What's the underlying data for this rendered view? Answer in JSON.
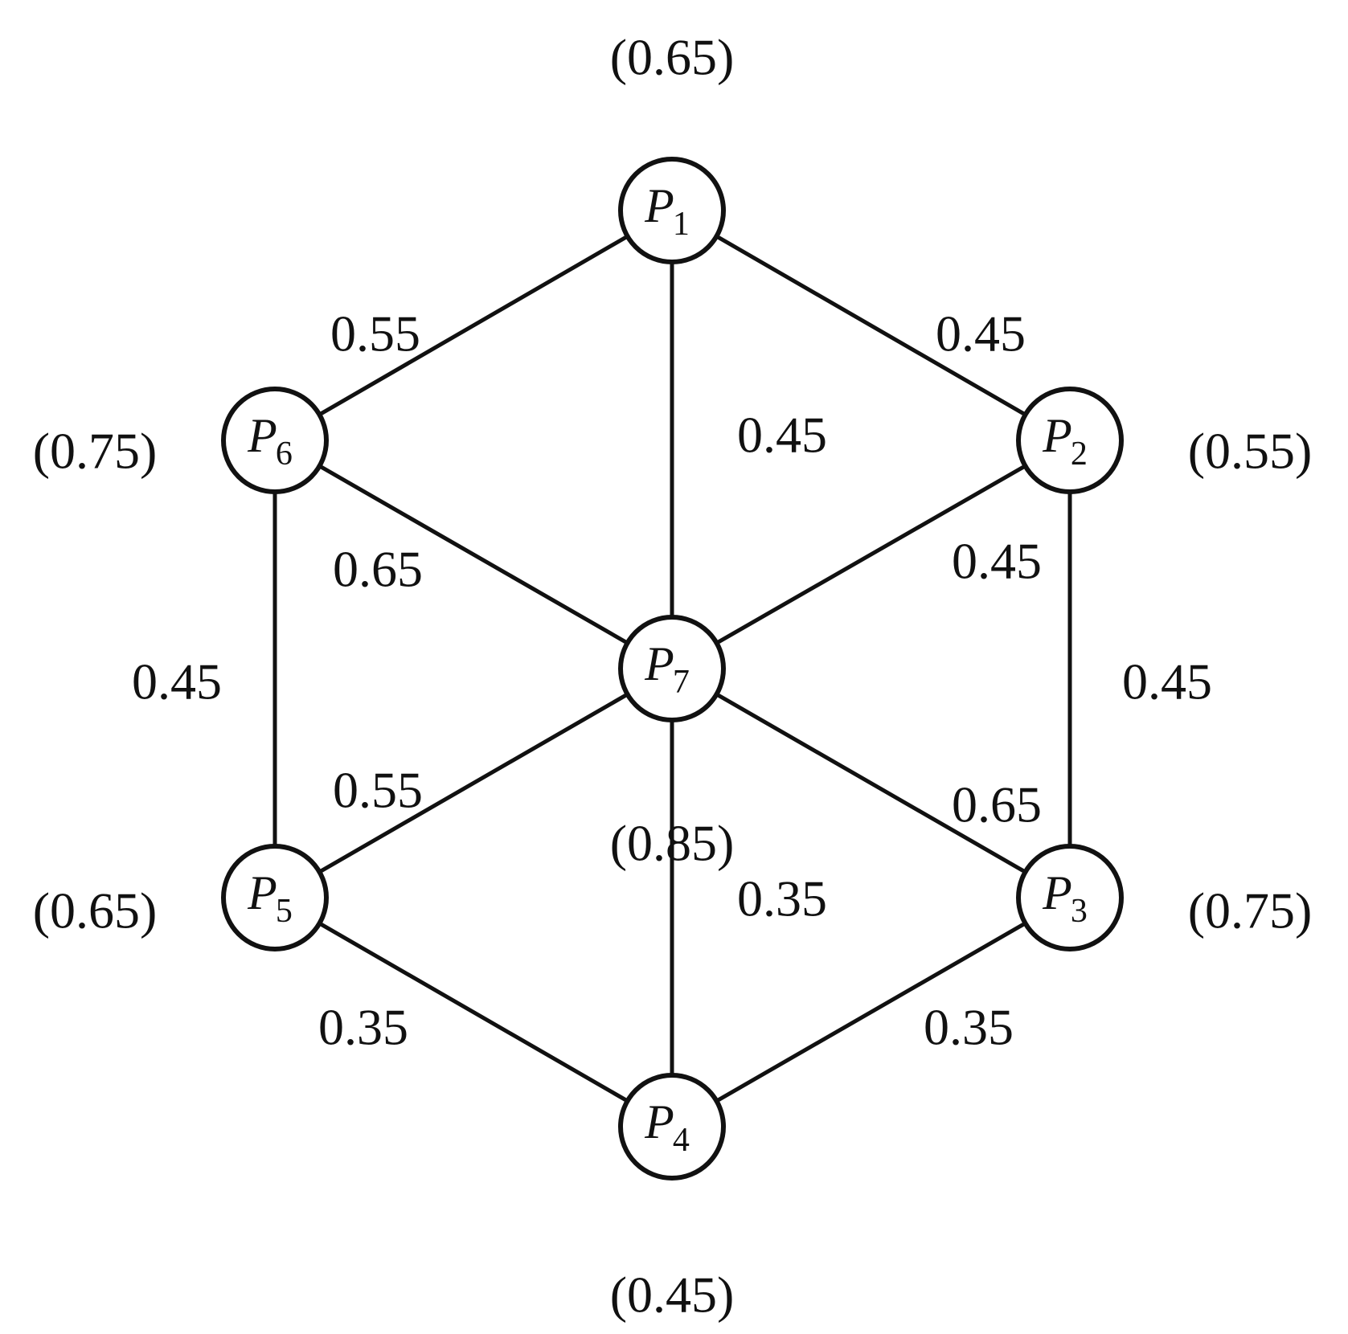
{
  "nodes": [
    {
      "id": "P1",
      "letter": "P",
      "sub": "1",
      "value": "(0.65)"
    },
    {
      "id": "P2",
      "letter": "P",
      "sub": "2",
      "value": "(0.55)"
    },
    {
      "id": "P3",
      "letter": "P",
      "sub": "3",
      "value": "(0.75)"
    },
    {
      "id": "P4",
      "letter": "P",
      "sub": "4",
      "value": "(0.45)"
    },
    {
      "id": "P5",
      "letter": "P",
      "sub": "5",
      "value": "(0.65)"
    },
    {
      "id": "P6",
      "letter": "P",
      "sub": "6",
      "value": "(0.75)"
    },
    {
      "id": "P7",
      "letter": "P",
      "sub": "7",
      "value": "(0.85)"
    }
  ],
  "edges": [
    {
      "from": "P1",
      "to": "P6",
      "weight": "0.55"
    },
    {
      "from": "P1",
      "to": "P2",
      "weight": "0.45"
    },
    {
      "from": "P1",
      "to": "P7",
      "weight": "0.45"
    },
    {
      "from": "P2",
      "to": "P7",
      "weight": "0.45"
    },
    {
      "from": "P2",
      "to": "P3",
      "weight": "0.45"
    },
    {
      "from": "P6",
      "to": "P7",
      "weight": "0.65"
    },
    {
      "from": "P6",
      "to": "P5",
      "weight": "0.45"
    },
    {
      "from": "P5",
      "to": "P7",
      "weight": "0.55"
    },
    {
      "from": "P3",
      "to": "P7",
      "weight": "0.65"
    },
    {
      "from": "P4",
      "to": "P7",
      "weight": "0.35"
    },
    {
      "from": "P5",
      "to": "P4",
      "weight": "0.35"
    },
    {
      "from": "P3",
      "to": "P4",
      "weight": "0.35"
    }
  ]
}
